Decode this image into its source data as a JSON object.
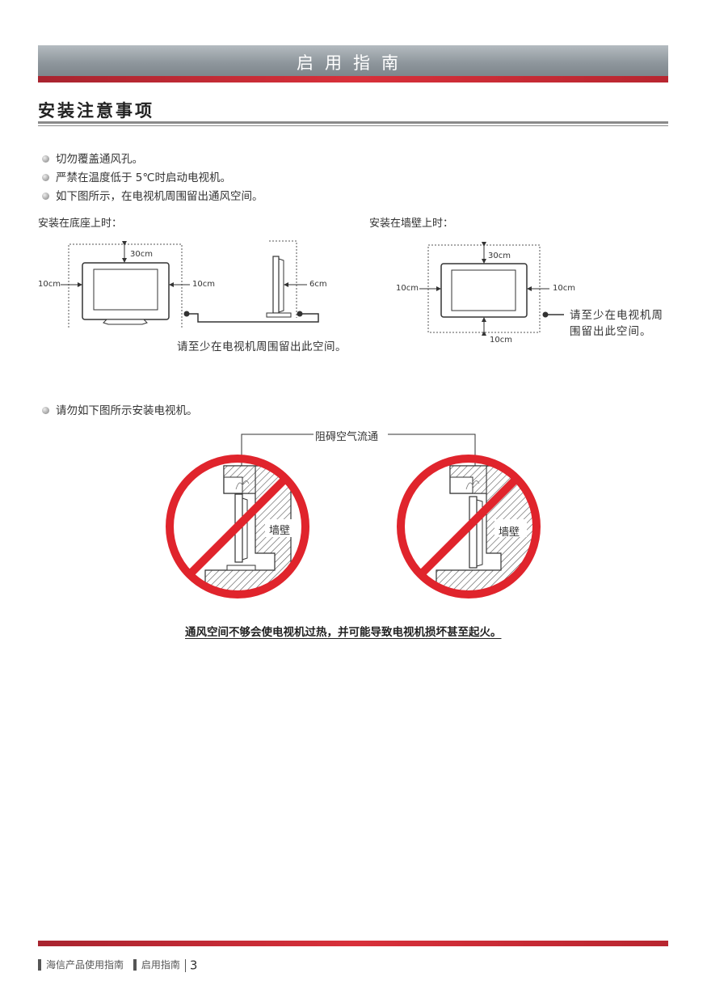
{
  "header": {
    "title": "启用指南"
  },
  "section": {
    "title": "安装注意事项"
  },
  "bullets": [
    "切勿覆盖通风孔。",
    "严禁在温度低于 5℃时启动电视机。",
    "如下图所示，在电视机周围留出通风空间。"
  ],
  "stand": {
    "label": "安装在底座上时：",
    "top": "30cm",
    "left": "10cm",
    "right": "10cm",
    "side": "6cm",
    "note": "请至少在电视机周围留出此空间。"
  },
  "wall": {
    "label": "安装在墙壁上时：",
    "top": "30cm",
    "left": "10cm",
    "right": "10cm",
    "bottom": "10cm",
    "note_line1": "请至少在电视机周",
    "note_line2": "围留出此空间。"
  },
  "bullet4": "请勿如下图所示安装电视机。",
  "obstruct": {
    "label": "阻碍空气流通",
    "wall_left": "墙壁",
    "wall_right": "墙壁"
  },
  "warning": "通风空间不够会使电视机过热，并可能导致电视机损坏甚至起火。",
  "footer": {
    "brand": "海信产品使用指南",
    "section": "启用指南",
    "page": "3"
  },
  "colors": {
    "accent_red": "#d8303a",
    "prohibit_red": "#e0242c",
    "header_gray": "#8d959b"
  }
}
